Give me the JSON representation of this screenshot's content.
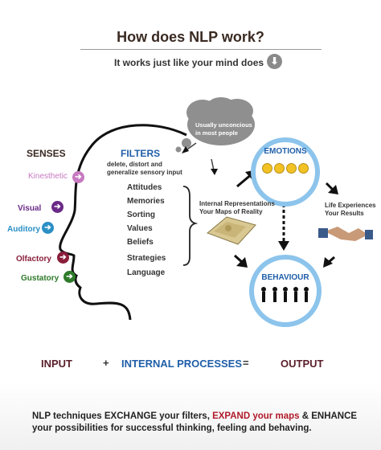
{
  "title": "How does NLP work?",
  "subtitle": "It works just like your mind does",
  "icons": {
    "down": "arrow-down-circle-icon"
  },
  "senses": {
    "heading": "SENSES",
    "items": [
      {
        "label": "Kinesthetic",
        "color": "#c77ac0",
        "icon": "arrow-right-icon"
      },
      {
        "label": "Visual",
        "color": "#6a2a86",
        "icon": "arrow-right-icon"
      },
      {
        "label": "Auditory",
        "color": "#2a8fc4",
        "icon": "arrow-right-icon"
      },
      {
        "label": "Olfactory",
        "color": "#8a1e3a",
        "icon": "arrow-right-icon"
      },
      {
        "label": "Gustatory",
        "color": "#2e7a2a",
        "icon": "arrow-right-icon"
      }
    ]
  },
  "filters": {
    "heading": "FILTERS",
    "description": [
      "delete, distort and",
      "generalize sensory input"
    ],
    "items": [
      "Attitudes",
      "Memories",
      "Sorting",
      "Values",
      "Beliefs",
      "Strategies",
      "Language"
    ]
  },
  "cloud": {
    "lines": [
      "Usually unconcious",
      "in most people"
    ]
  },
  "internal": {
    "lines": [
      "Internal Representations",
      "Your Maps of Reality"
    ]
  },
  "emotions": {
    "label": "EMOTIONS"
  },
  "behaviour": {
    "label": "BEHAVIOUR"
  },
  "life": {
    "lines": [
      "Life Experiences",
      "Your Results"
    ]
  },
  "equation": {
    "input": "INPUT",
    "plus": "+",
    "processes": "INTERNAL PROCESSES",
    "equals": "=",
    "output": "OUTPUT"
  },
  "bottom": {
    "line1": [
      {
        "text": "NLP techniques EXCHANGE your filters, ",
        "color": "#222222"
      },
      {
        "text": "EXPAND your maps",
        "color": "#b01a2a"
      },
      {
        "text": " & ENHANCE",
        "color": "#222222"
      }
    ],
    "line2": "your possibilities for successful thinking, feeling and behaving."
  },
  "colors": {
    "heading_brown": "#3a2a22",
    "filters_blue": "#1f5ea8",
    "equation_dark": "#5a1e2a",
    "ring_blue": "#8cc4ec"
  }
}
